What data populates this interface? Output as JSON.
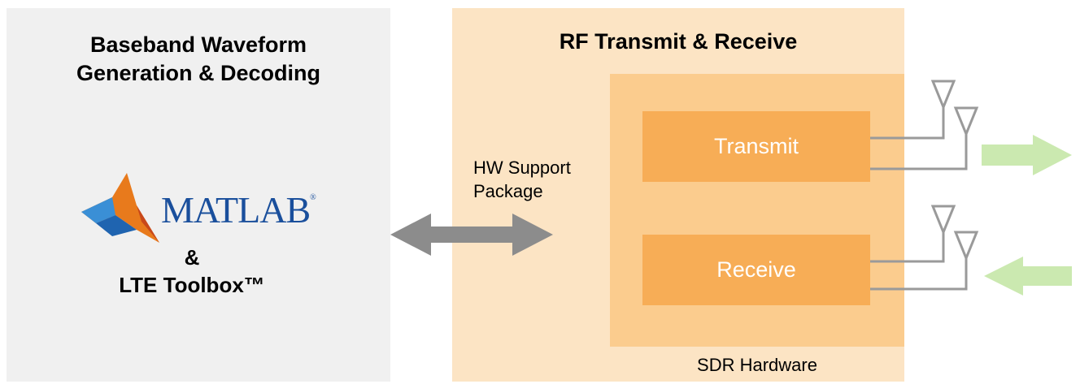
{
  "left": {
    "title_line1": "Baseband Waveform",
    "title_line2": "Generation & Decoding",
    "logo_text": "MATLAB",
    "logo_reg": "®",
    "ampersand": "&",
    "toolbox": "LTE Toolbox™"
  },
  "right": {
    "title": "RF Transmit & Receive",
    "transmit": "Transmit",
    "receive": "Receive",
    "sdr_label": "SDR Hardware"
  },
  "link": {
    "line1": "HW Support",
    "line2": "Package"
  },
  "colors": {
    "left_bg": "#f0f0f0",
    "right_bg": "#fce4c4",
    "inner_bg": "#fbcc8e",
    "block_bg": "#f7ad56",
    "arrow_gray": "#8c8c8c",
    "arrow_green": "#cbe9b0"
  }
}
